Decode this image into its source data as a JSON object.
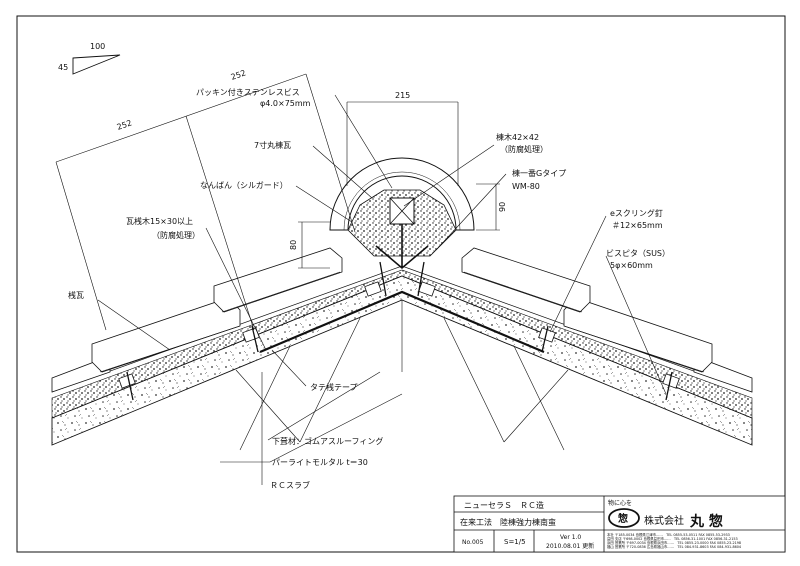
{
  "slope": {
    "run": "100",
    "rise": "45"
  },
  "dimensions": {
    "rafter_left": "252",
    "rafter_top": "252",
    "ridge_width": "215",
    "cap_height": "90",
    "left_height": "80"
  },
  "labels": {
    "screw": "パッキン付きステンレスビス",
    "screw_size": "φ4.0×75mm",
    "ridge_cap": "7寸丸棟瓦",
    "nanban": "なんばん（シルガード）",
    "batten": "瓦桟木15×30以上",
    "batten_note": "（防腐処理）",
    "ridge_tile": "桟瓦",
    "ridge_wood": "棟木42×42",
    "ridge_wood_note": "（防腐処理）",
    "g_type": "棟一番Gタイプ",
    "wm": "WM-80",
    "ring_nail": "eスクリング釘",
    "ring_nail_size": "＃12×65mm",
    "bis": "ビスピタ（SUS）",
    "bis_size": "5φ×60mm",
    "tape": "タテ桟テープ",
    "underlay": "下葺材：ゴムアスルーフィング",
    "mortar": "パーライトモルタル t＝30",
    "slab": "ＲＣスラブ"
  },
  "title_block": {
    "product": "ニューセラＳ　ＲＣ造",
    "method": "在来工法　陸棟強力棟南蛮",
    "drawing_no": "No.005",
    "scale": "S=1/5",
    "version": "Ver 1.0",
    "date": "2010.08.01 更新",
    "slogan": "物に心を",
    "company": "株式会社",
    "company_name": "丸 惣",
    "logo_char": "惣",
    "contacts": [
      "本社 〒185-0034 島根県江津市……　TEL 0855-53-0511 FAX 0855-53-2933",
      "益田 支店 〒698-0002 島根県益田市……　TEL 0856-31-1001 FAX 0856-31-2153",
      "浜田 営業所 〒697-0034 島根県浜田市……　TEL 0855-23-0000 FAX 0855-23-2198",
      "福山 営業所 〒720-0836 広島県福山市……　TEL 084-931-8603 FAX 084-931-8604"
    ]
  }
}
